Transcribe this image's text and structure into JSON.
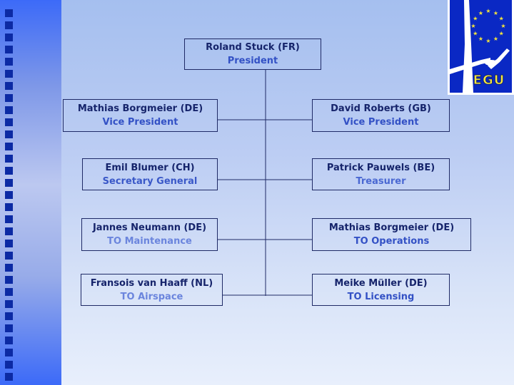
{
  "slide": {
    "logo": {
      "text": "EGU",
      "colors": {
        "background": "#0a28c4",
        "stars": "#f2e23c",
        "text": "#f5e63e",
        "glider": "#ffffff",
        "border": "#ffffff"
      }
    },
    "org_chart": {
      "name_color": "#16246b",
      "line_color": "#1f2a66",
      "president": {
        "name": "Roland Stuck (FR)",
        "title": "President",
        "title_color": "#3351c5"
      },
      "rows": [
        {
          "left": {
            "name": "Mathias Borgmeier (DE)",
            "title": "Vice President",
            "title_color": "#3351c5"
          },
          "right": {
            "name": "David Roberts (GB)",
            "title": "Vice President",
            "title_color": "#3351c5"
          }
        },
        {
          "left": {
            "name": "Emil Blumer (CH)",
            "title": "Secretary General",
            "title_color": "#3a58c8"
          },
          "right": {
            "name": "Patrick Pauwels (BE)",
            "title": "Treasurer",
            "title_color": "#4a68d2"
          }
        },
        {
          "left": {
            "name": "Jannes Neumann (DE)",
            "title": "TO Maintenance",
            "title_color": "#6b85dd"
          },
          "right": {
            "name": "Mathias Borgmeier (DE)",
            "title": "TO Operations",
            "title_color": "#3351c5"
          }
        },
        {
          "left": {
            "name": "Fransois van Haaff (NL)",
            "title": "TO Airspace",
            "title_color": "#6b85dd"
          },
          "right": {
            "name": "Meike Müller (DE)",
            "title": "TO Licensing",
            "title_color": "#3351c5"
          }
        }
      ]
    }
  }
}
